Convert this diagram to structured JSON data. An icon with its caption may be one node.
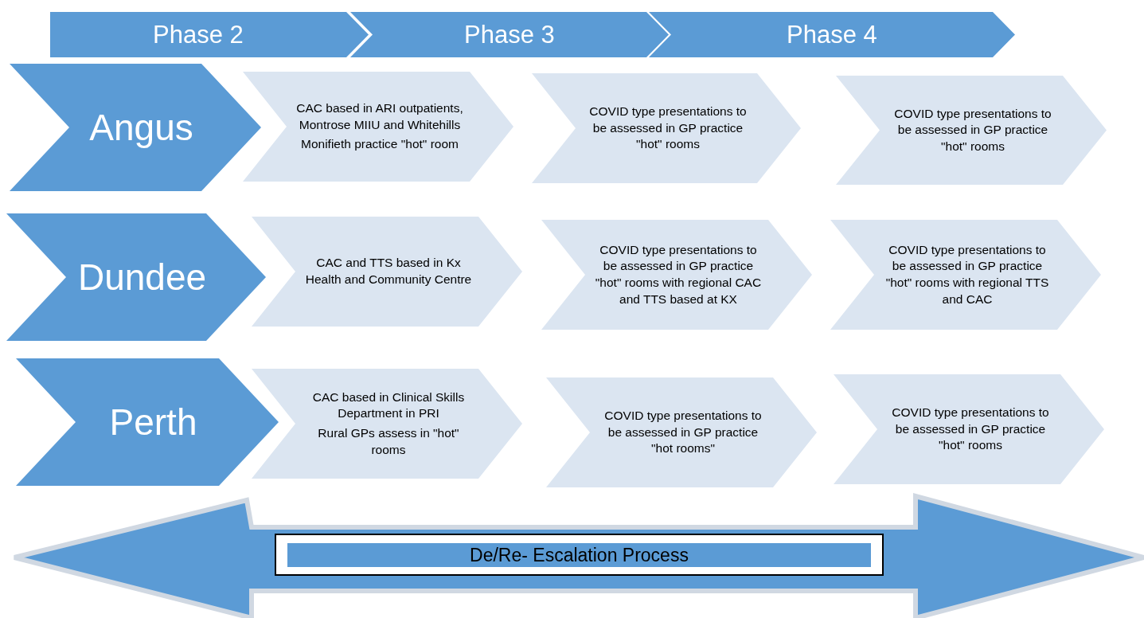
{
  "diagram": {
    "nodes": [
      {
        "text": [
          "Phase 2"
        ]
      },
      {
        "text": [
          "Phase 3"
        ]
      },
      {
        "text": [
          "Phase 4"
        ]
      },
      {
        "text": [
          "Angus"
        ]
      },
      {
        "text": [
          "CAC based in ARI outpatients, Montrose MIIU and Whitehills",
          "Monifieth practice \"hot\" room"
        ]
      },
      {
        "text": [
          "COVID type presentations to be assessed in GP practice \"hot\" rooms"
        ]
      },
      {
        "text": [
          "COVID type presentations to be assessed in GP practice \"hot\" rooms"
        ]
      },
      {
        "text": [
          "Dundee"
        ]
      },
      {
        "text": [
          "CAC and TTS based in Kx Health and Community Centre"
        ]
      },
      {
        "text": [
          "COVID type presentations to be assessed in GP practice \"hot\" rooms with regional CAC and TTS based at KX"
        ]
      },
      {
        "text": [
          "COVID type presentations to be assessed in GP practice \"hot\" rooms with regional TTS and CAC"
        ]
      },
      {
        "text": [
          "Perth"
        ]
      },
      {
        "text": [
          "CAC based in Clinical Skills Department in PRI",
          "Rural GPs assess in \"hot\" rooms"
        ]
      },
      {
        "text": [
          "COVID type presentations to be assessed in GP practice \"hot rooms\""
        ]
      },
      {
        "text": [
          "COVID type presentations to be assessed in GP practice \"hot\" rooms"
        ]
      },
      {
        "text": [
          "De/Re- Escalation Process"
        ]
      }
    ]
  }
}
